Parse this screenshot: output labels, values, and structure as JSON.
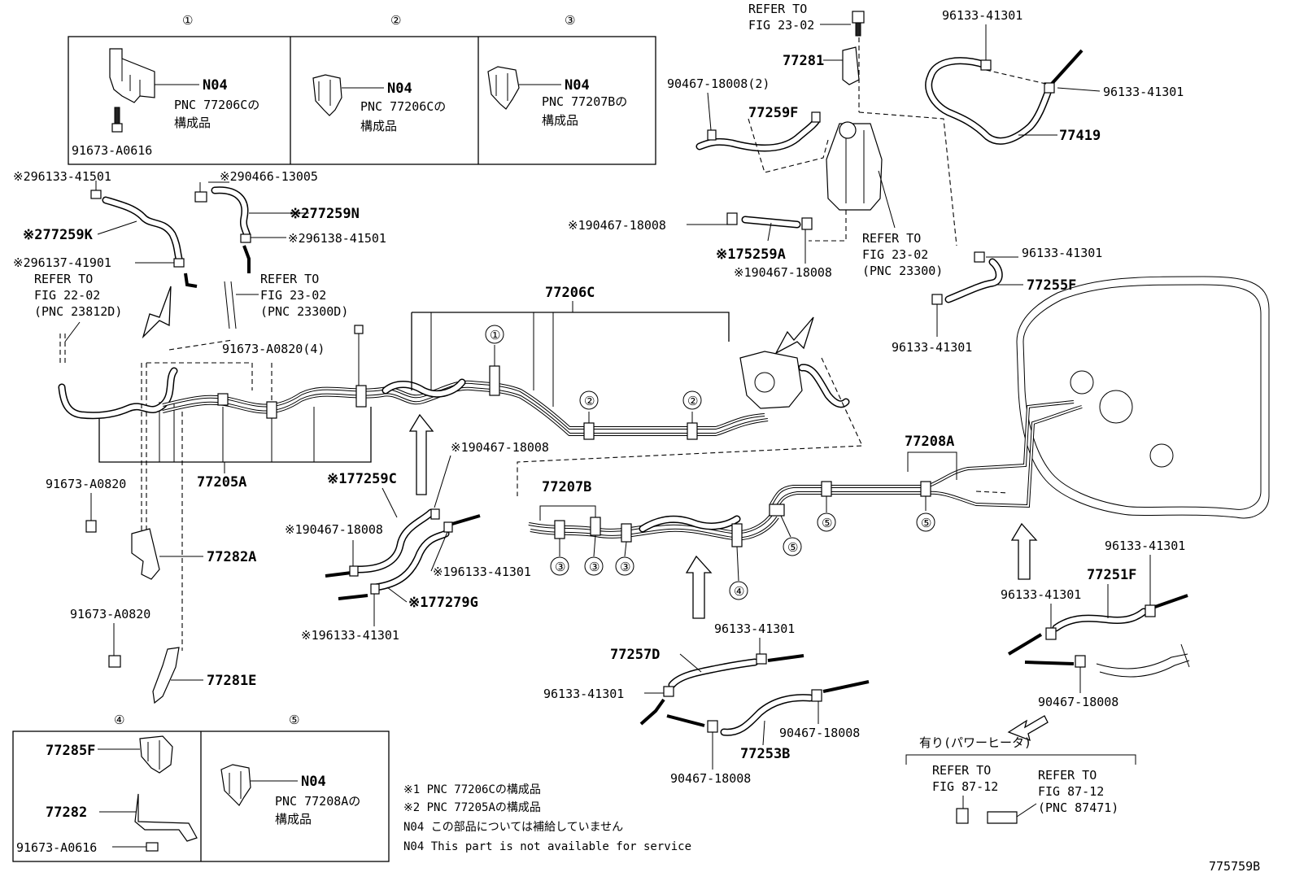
{
  "drawing_id": "775759B",
  "insets": {
    "box1": {
      "num": "①",
      "code": "N04",
      "pnc": "PNC 77206Cの",
      "desc": "構成品",
      "bolt": "91673-A0616"
    },
    "box2": {
      "num": "②",
      "code": "N04",
      "pnc": "PNC 77206Cの",
      "desc": "構成品"
    },
    "box3": {
      "num": "③",
      "code": "N04",
      "pnc": "PNC 77207Bの",
      "desc": "構成品"
    },
    "box4": {
      "num": "④",
      "part_a": "77285F",
      "part_b": "77282",
      "bolt": "91673-A0616"
    },
    "box5": {
      "num": "⑤",
      "code": "N04",
      "pnc": "PNC 77208Aの",
      "desc": "構成品"
    }
  },
  "labels": {
    "l_96133_41501_2": "※296133-41501",
    "l_90466_13005": "※290466-13005",
    "l_77259N": "※277259N",
    "l_77259K": "※277259K",
    "l_96138_41501": "※296138-41501",
    "l_96137_41901": "※296137-41901",
    "ref_fig22_a": "REFER TO",
    "ref_fig22_b": "FIG 22-02",
    "ref_fig22_c": "(PNC 23812D)",
    "ref_fig23d_a": "REFER TO",
    "ref_fig23d_b": "FIG 23-02",
    "ref_fig23d_c": "(PNC 23300D)",
    "l_91673_A0820_4": "91673-A0820(4)",
    "l_77206C": "77206C",
    "l_77205A": "77205A",
    "l_91673_A0820_a": "91673-A0820",
    "l_77282A": "77282A",
    "l_91673_A0820_b": "91673-A0820",
    "l_77281E": "77281E",
    "l_77259C": "※177259C",
    "l_90467_18008_c1": "※190467-18008",
    "l_90467_18008_c2": "※190467-18008",
    "l_96133_41301_c1": "※196133-41301",
    "l_77279G": "※177279G",
    "l_96133_41301_c2": "※196133-41301",
    "ref_fig23_top_a": "REFER TO",
    "ref_fig23_top_b": "FIG 23-02",
    "l_77281": "77281",
    "l_90467_18008_2": "90467-18008(2)",
    "l_77259F": "77259F",
    "l_90467_18008_t1": "※190467-18008",
    "l_75259A": "※175259A",
    "l_90467_18008_t2": "※190467-18008",
    "ref_fig23_300_a": "REFER TO",
    "ref_fig23_300_b": "FIG 23-02",
    "ref_fig23_300_c": "(PNC 23300)",
    "l_96133_41301_r1": "96133-41301",
    "l_96133_41301_r2": "96133-41301",
    "l_77419": "77419",
    "l_96133_41301_r3": "96133-41301",
    "l_77255F": "77255F",
    "l_96133_41301_r4": "96133-41301",
    "l_77208A": "77208A",
    "l_77207B": "77207B",
    "l_96133_41301_b1": "96133-41301",
    "l_77257D": "77257D",
    "l_96133_41301_b2": "96133-41301",
    "l_90467_18008_b1": "90467-18008",
    "l_77253B": "77253B",
    "l_90467_18008_b2": "90467-18008",
    "l_96133_41301_p1": "96133-41301",
    "l_77251F": "77251F",
    "l_96133_41301_p2": "96133-41301",
    "l_90467_18008_p": "90467-18008",
    "heater_note": "有り(パワーヒータ)",
    "ref_fig87_a": "REFER TO",
    "ref_fig87_b": "FIG 87-12",
    "ref_fig87b_a": "REFER TO",
    "ref_fig87b_b": "FIG 87-12",
    "ref_fig87b_c": "(PNC 87471)"
  },
  "callouts": {
    "c1": "①",
    "c2a": "②",
    "c2b": "②",
    "c3a": "③",
    "c3b": "③",
    "c3c": "③",
    "c4": "④",
    "c5a": "⑤",
    "c5b": "⑤",
    "c5c": "⑤"
  },
  "notes": {
    "n1": "※1 PNC 77206Cの構成品",
    "n2": "※2 PNC 77205Aの構成品",
    "n3": "N04 この部品については補給していません",
    "n4": "N04 This part is not available for service"
  }
}
